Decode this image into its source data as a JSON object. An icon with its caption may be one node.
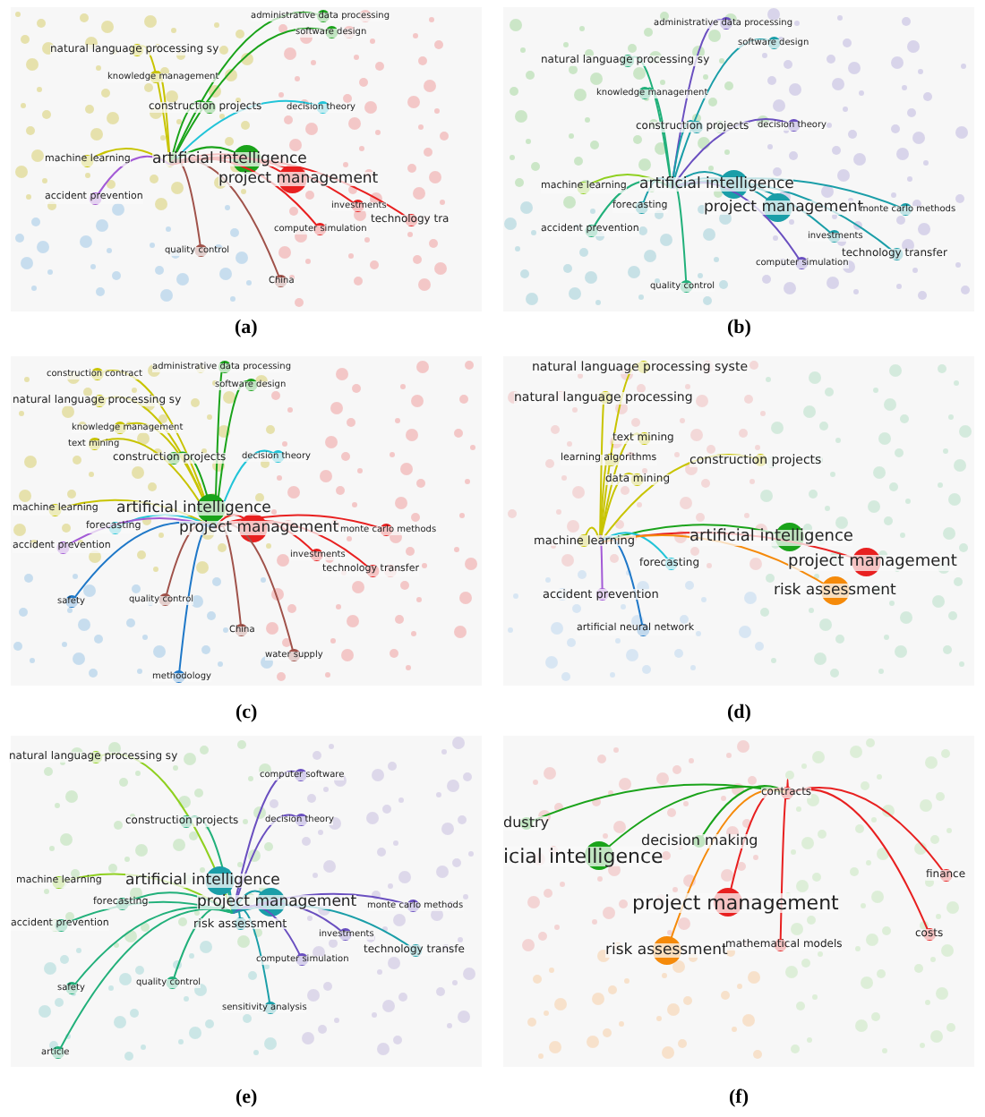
{
  "diagram": {
    "labels": [
      "administrative data processing",
      "software design",
      "natural language processing sy",
      "knowledge management",
      "construction projects",
      "decision theory",
      "artificial intelligence",
      "project management",
      "machine learning",
      "accident prevention",
      "investments",
      "technology tra",
      "computer simulation",
      "quality control",
      "China",
      "(a)",
      "administrative data processing",
      "software design",
      "natural language processing sy",
      "knowledge management",
      "construction projects",
      "decision theory",
      "artificial intelligence",
      "project management",
      "machine learning",
      "forecasting",
      "accident prevention",
      "monte carlo methods",
      "investments",
      "technology transfer",
      "computer simulation",
      "quality control",
      "(b)",
      "construction contract",
      "administrative data processing",
      "software design",
      "natural language processing sy",
      "knowledge management",
      "text mining",
      "construction projects",
      "decision theory",
      "artificial intelligence",
      "project management",
      "machine learning",
      "forecasting",
      "accident prevention",
      "monte carlo methods",
      "investments",
      "technology transfer",
      "safety",
      "quality control",
      "China",
      "water supply",
      "methodology",
      "(c)",
      "natural language processing syste",
      "natural language processing",
      "text mining",
      "learning algorithms",
      "construction projects",
      "data mining",
      "machine learning",
      "artificial intelligence",
      "forecasting",
      "project management",
      "accident prevention",
      "risk assessment",
      "artificial neural network",
      "(d)",
      "natural language processing sy",
      "computer software",
      "construction projects",
      "decision theory",
      "machine learning",
      "artificial intelligence",
      "forecasting",
      "project management",
      "risk assessment",
      "monte carlo methods",
      "accident prevention",
      "investments",
      "technology transfe",
      "computer simulation",
      "safety",
      "quality control",
      "sensitivity analysis",
      "article",
      "(e)",
      "dustry",
      "contracts",
      "icial intelligence",
      "decision making",
      "project management",
      "finance",
      "risk assessment",
      "mathematical models",
      "costs",
      "(f)"
    ]
  }
}
